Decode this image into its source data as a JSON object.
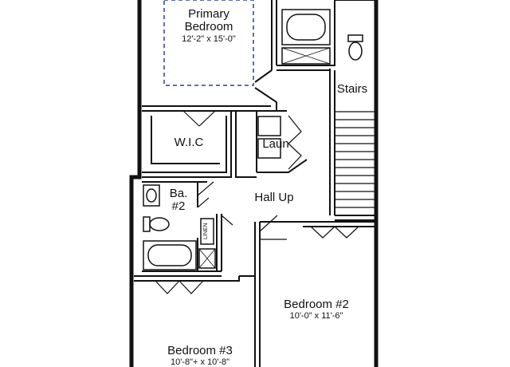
{
  "plan": {
    "rooms": {
      "primary_bedroom": {
        "name_line1": "Primary",
        "name_line2": "Bedroom",
        "dims": "12'-2\" x 15'-0\""
      },
      "stairs": {
        "name": "Stairs"
      },
      "wic": {
        "name": "W.I.C"
      },
      "laundry": {
        "name": "Laun"
      },
      "bath2": {
        "name_line1": "Ba.",
        "name_line2": "#2"
      },
      "hall": {
        "name": "Hall Up"
      },
      "linen": {
        "name": "LINEN"
      },
      "bedroom2": {
        "name": "Bedroom #2",
        "dims": "10'-0\" x 11'-6\""
      },
      "bedroom3": {
        "name": "Bedroom #3",
        "dims": "10'-8\"+ x 10'-8\""
      }
    },
    "colors": {
      "wall": "#111111",
      "fill": "#ffffff",
      "ceiling_outline": "#2b3aa8"
    }
  }
}
